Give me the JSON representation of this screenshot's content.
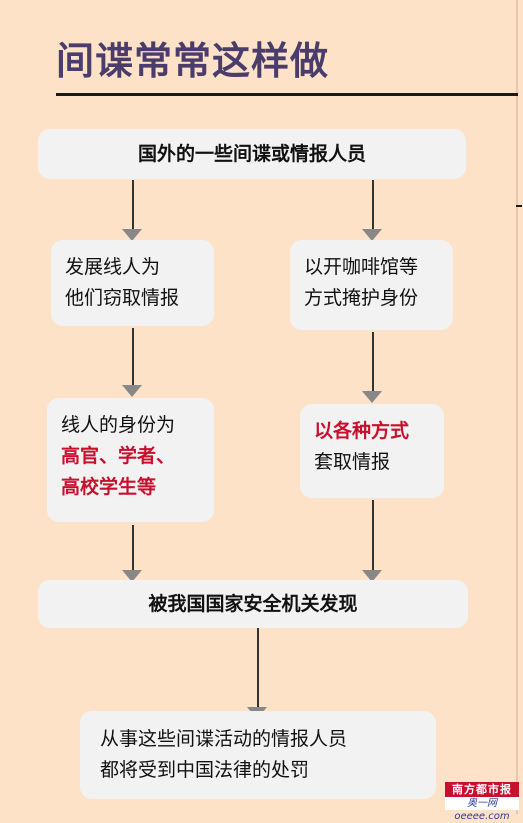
{
  "title": "间谍常常这样做",
  "nodes": {
    "top": "国外的一些间谍或情报人员",
    "left1": [
      "发展线人为",
      "他们窃取情报"
    ],
    "right1": [
      "以开咖啡馆等",
      "方式掩护身份"
    ],
    "left2": {
      "line1": "线人的身份为",
      "line2": "高官、学者、",
      "line3": "高校学生等"
    },
    "right2": {
      "line1": "以各种方式",
      "line2": "套取情报"
    },
    "middle": "被我国国家安全机关发现",
    "bottom": [
      "从事这些间谍活动的情报人员",
      "都将受到中国法律的处罚"
    ]
  },
  "watermark": {
    "line1": "南方都市报",
    "line2": "奥一网oeeee.com"
  },
  "colors": {
    "background": "#fde2c8",
    "box": "#f2f2f2",
    "title": "#4a3d6b",
    "highlight": "#c8102e",
    "arrow": "#888888"
  }
}
